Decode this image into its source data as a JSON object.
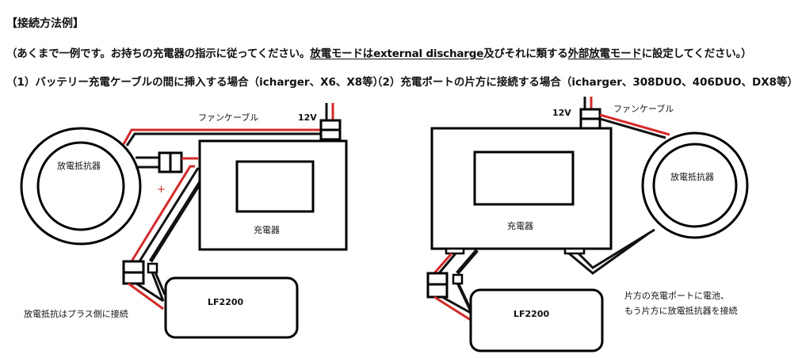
{
  "header": {
    "title": "【接続方法例】",
    "note_prefix": "（あくまで一例です。お持ちの充電器の指示に従ってください。",
    "note_u1": "放電モードはexternal discharge",
    "note_mid": "及びそれに類する",
    "note_u2": "外部放電モード",
    "note_suffix": "に設定してください。）"
  },
  "diagram1": {
    "heading": "（1）バッテリー充電ケーブルの間に挿入する場合（icharger、X6、X8等）",
    "fan_cable_label": "ファンケーブル",
    "voltage_label": "12V",
    "resistor_label": "放電抵抗器",
    "charger_label": "充電器",
    "battery_label": "LF2200",
    "plus_sign": "+",
    "caption": "放電抵抗はプラス側に接続"
  },
  "diagram2": {
    "heading": "（2）充電ポートの片方に接続する場合（icharger、308DUO、406DUO、DX8等）",
    "fan_cable_label": "ファンケーブル",
    "voltage_label": "12V",
    "resistor_label": "放電抵抗器",
    "charger_label": "充電器",
    "battery_label": "LF2200",
    "caption_line1": "片方の充電ポートに電池、",
    "caption_line2": "もう片方に放電抵抗器を接続"
  },
  "colors": {
    "wire_red": "#d42a2a",
    "wire_black": "#111111",
    "outline": "#000000"
  }
}
